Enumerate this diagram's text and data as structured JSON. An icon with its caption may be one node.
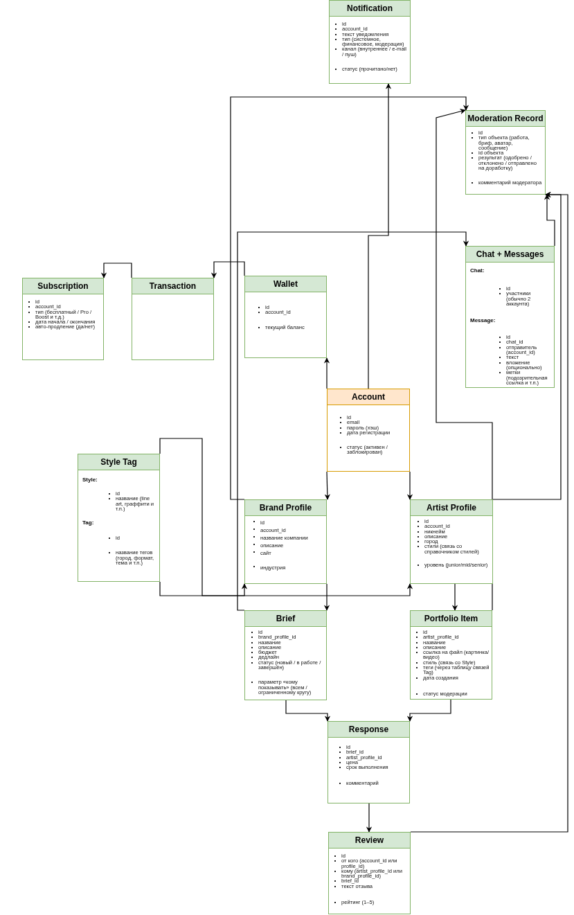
{
  "diagram": {
    "nodes": [
      {
        "text": [
          "Notification",
          "id",
          "account_id",
          "текст уведомления",
          "тип (системное, финансовое, модерация)",
          "канал (внутреннее / e-mail / пуш)",
          "статус (прочитано/нет)"
        ]
      },
      {
        "text": [
          "Moderation Record",
          "id",
          "тип объекта (работа, бриф, аватар, сообщение)",
          "id объекта",
          "результат (одобрено / отклонено / отправлено на доработку)",
          "комментарий модератора"
        ]
      },
      {
        "text": [
          "Chat + Messages",
          "Chat:",
          "id",
          "участники (обычно 2 аккаунта)",
          "Message:",
          "id",
          "chat_id",
          "отправитель (account_id)",
          "текст",
          "вложение (опционально)",
          "метки (подозрительная ссылка и т.п.)"
        ]
      },
      {
        "text": [
          "Subscription",
          "id",
          "account_id",
          "тип (бесплатный / Pro / Boost и т.д.)",
          "дата начала / окончания",
          "авто-продление (да/нет)"
        ]
      },
      {
        "text": [
          "Transaction"
        ]
      },
      {
        "text": [
          "Wallet",
          "id",
          "account_id",
          "текущий баланс"
        ]
      },
      {
        "text": [
          "Account",
          "id",
          "email",
          "пароль (хэш)",
          "дата регистрации",
          "статус (активен / заблокирован)"
        ]
      },
      {
        "text": [
          "Style Tag",
          "Style:",
          "id",
          "название (line art, граффити и т.п.)",
          "Tag:",
          "id",
          "название тегов (город, формат, тема и т.п.)"
        ]
      },
      {
        "text": [
          "Brand Profile",
          "id",
          "account_id",
          "название компании",
          "описание",
          "сайт",
          "индустрия"
        ]
      },
      {
        "text": [
          "Artist Profile",
          "id",
          "account_id",
          "никнейм",
          "описание",
          "город",
          "стили (связь со справочником стилей)",
          "уровень (junior/mid/senior)"
        ]
      },
      {
        "text": [
          "Brief",
          "id",
          "brand_profile_id",
          "название",
          "описание",
          "бюджет",
          "дедлайн",
          "статус (новый / в работе / завершён)",
          "параметр «кому показывать» (всем / ограниченному кругу)"
        ]
      },
      {
        "text": [
          "Portfolio Item",
          "id",
          "artist_profile_id",
          "название",
          "описание",
          "ссылка на файл (картинка/видео)",
          "стиль (связь со Style)",
          "теги (через таблицу связей Tag)",
          "дата создания",
          "статус модерации"
        ]
      },
      {
        "text": [
          "Response",
          "id",
          "brief_id",
          "artist_profile_id",
          "цена",
          "срок выполнения",
          "комментарий"
        ]
      },
      {
        "text": [
          "Review",
          "id",
          "от кого (account_id или profile_id)",
          "кому (artist_profile_id или brand_profile_id)",
          "brief_id",
          "текст отзыва",
          "рейтинг (1–5)"
        ]
      }
    ],
    "edges": [
      {
        "from": 6,
        "to": 0,
        "arrow": "to"
      },
      {
        "from": 8,
        "to": 1,
        "arrow": "to"
      },
      {
        "from": 10,
        "to": 2,
        "arrow": "to"
      },
      {
        "from": 6,
        "to": 5,
        "arrow": "to"
      },
      {
        "from": 5,
        "to": 4,
        "arrow": "to"
      },
      {
        "from": 4,
        "to": 3,
        "arrow": "to"
      },
      {
        "from": 11,
        "to": 1,
        "arrow": "to"
      },
      {
        "from": 2,
        "to": 1,
        "arrow": "to"
      },
      {
        "from": 9,
        "to": 1,
        "arrow": "to"
      },
      {
        "from": 13,
        "to": 1,
        "arrow": "to"
      },
      {
        "from": 7,
        "to": 8,
        "arrow": "to"
      },
      {
        "from": 7,
        "to": 9,
        "arrow": "to"
      },
      {
        "from": 8,
        "to": 10,
        "arrow": "to"
      },
      {
        "from": 6,
        "to": 8,
        "arrow": "to"
      },
      {
        "from": 6,
        "to": 9,
        "arrow": "to"
      },
      {
        "from": 9,
        "to": 11,
        "arrow": "to"
      },
      {
        "from": 10,
        "to": 12,
        "arrow": "to"
      },
      {
        "from": 11,
        "to": 12,
        "arrow": "to"
      },
      {
        "from": 12,
        "to": 13,
        "arrow": "to"
      }
    ]
  }
}
